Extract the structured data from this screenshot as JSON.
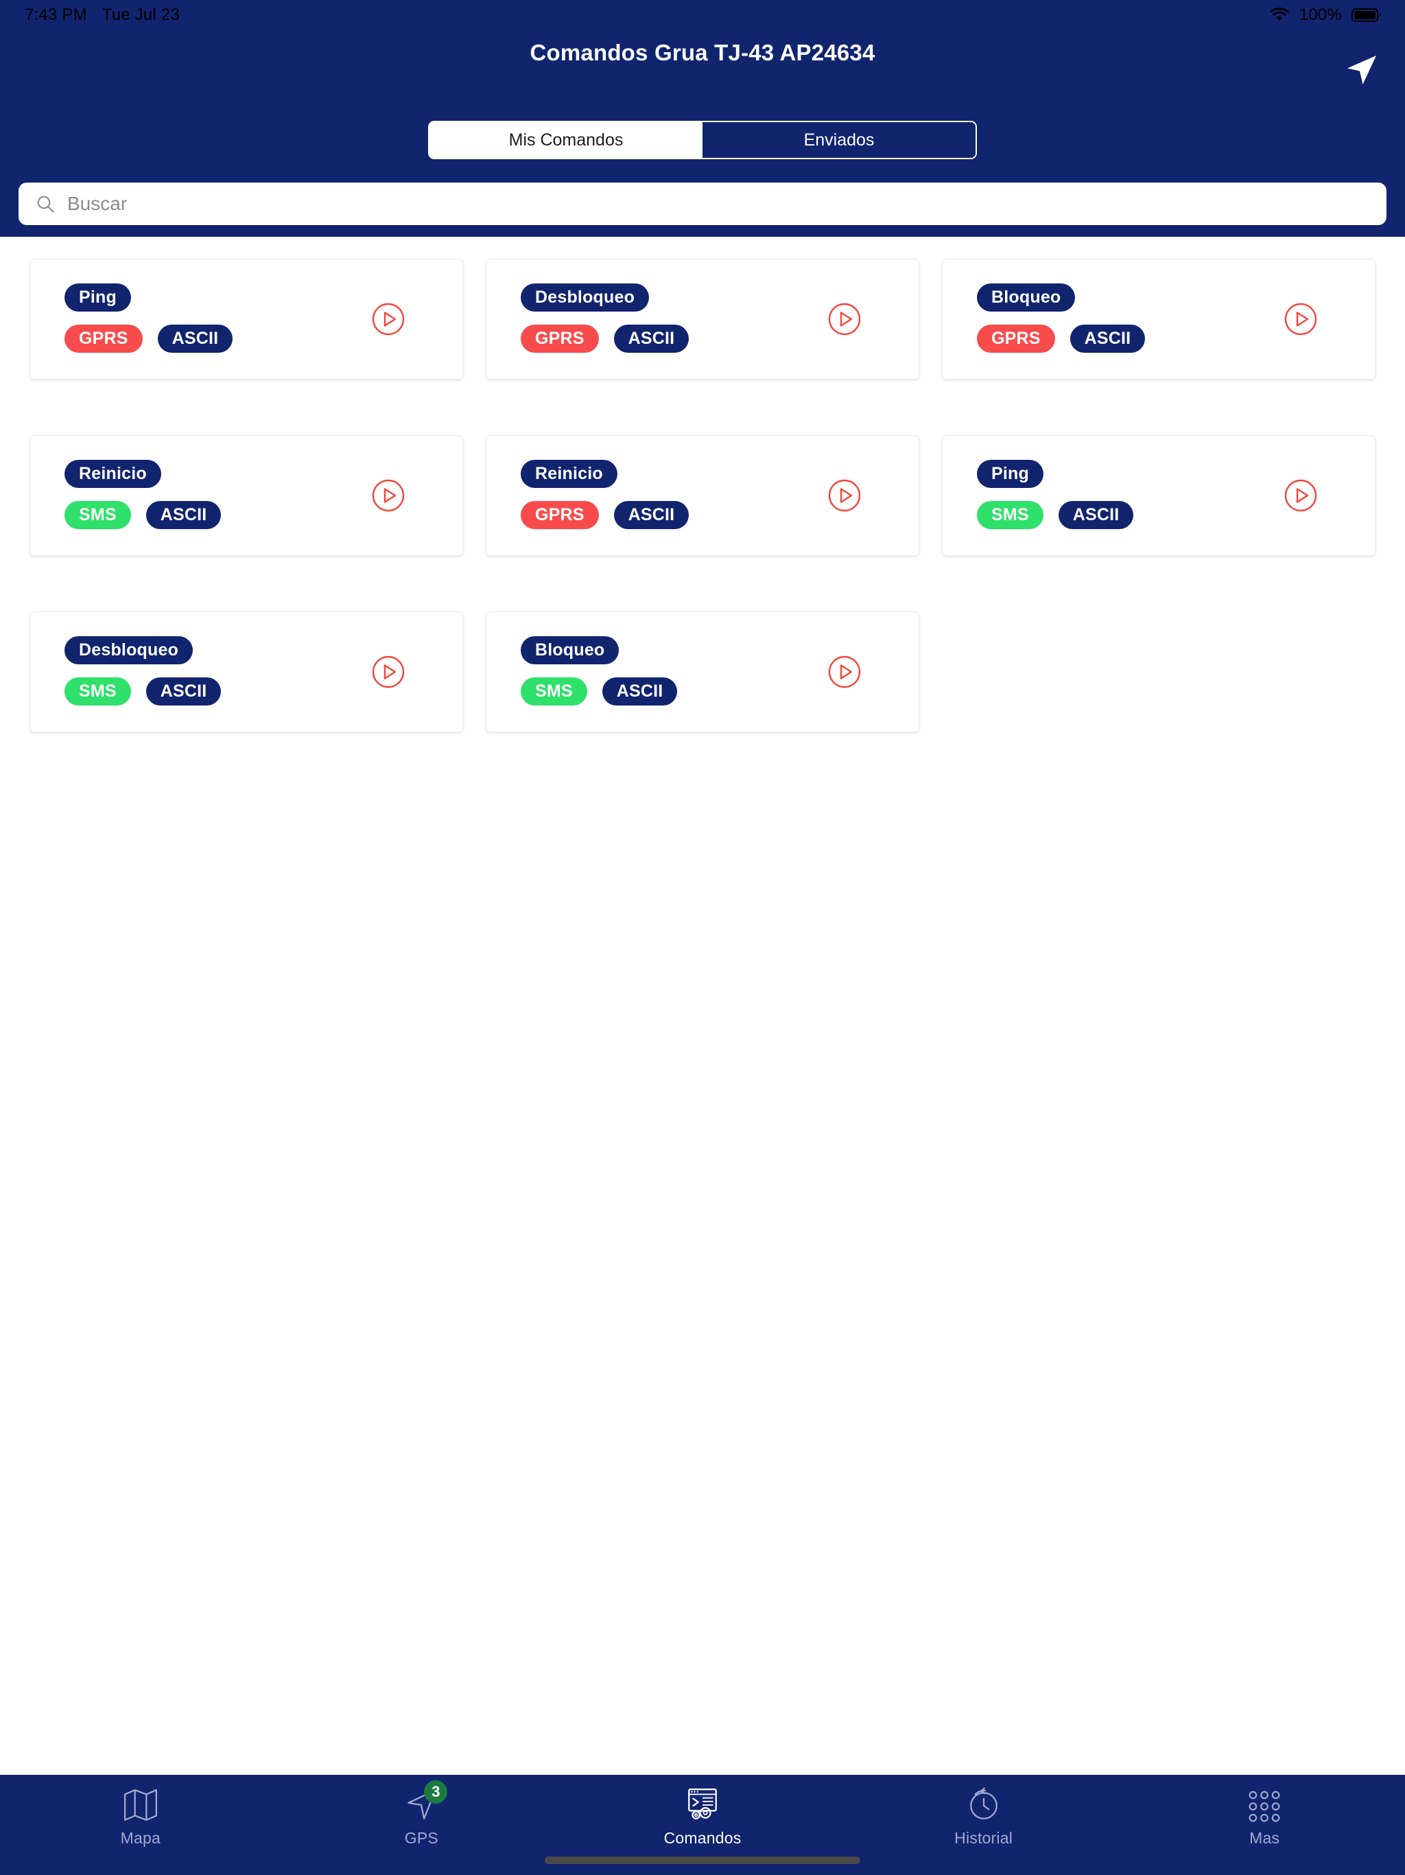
{
  "statusbar": {
    "time": "7:43 PM",
    "date": "Tue Jul 23",
    "battery_percent": "100%",
    "wifi_icon": "wifi-icon",
    "battery_icon": "battery-full-icon"
  },
  "header": {
    "title": "Comandos Grua TJ-43 AP24634",
    "nav_icon": "navigation-arrow-icon",
    "background_color": "#11246E"
  },
  "segmented_control": {
    "options": [
      {
        "label": "Mis Comandos",
        "selected": true
      },
      {
        "label": "Enviados",
        "selected": false
      }
    ]
  },
  "search": {
    "placeholder": "Buscar",
    "value": "",
    "icon": "search-icon"
  },
  "colors": {
    "navy": "#11246E",
    "red": "#F84C4C",
    "green": "#2FE06A",
    "play_red": "#F4453C",
    "badge_green": "#1C7A40"
  },
  "commands": [
    {
      "name": "Ping",
      "protocol": "GPRS",
      "protocol_color": "red",
      "encoding": "ASCII",
      "action_icon": "play-circle-icon"
    },
    {
      "name": "Desbloqueo",
      "protocol": "GPRS",
      "protocol_color": "red",
      "encoding": "ASCII",
      "action_icon": "play-circle-icon"
    },
    {
      "name": "Bloqueo",
      "protocol": "GPRS",
      "protocol_color": "red",
      "encoding": "ASCII",
      "action_icon": "play-circle-icon"
    },
    {
      "name": "Reinicio",
      "protocol": "SMS",
      "protocol_color": "green",
      "encoding": "ASCII",
      "action_icon": "play-circle-icon"
    },
    {
      "name": "Reinicio",
      "protocol": "GPRS",
      "protocol_color": "red",
      "encoding": "ASCII",
      "action_icon": "play-circle-icon"
    },
    {
      "name": "Ping",
      "protocol": "SMS",
      "protocol_color": "green",
      "encoding": "ASCII",
      "action_icon": "play-circle-icon"
    },
    {
      "name": "Desbloqueo",
      "protocol": "SMS",
      "protocol_color": "green",
      "encoding": "ASCII",
      "action_icon": "play-circle-icon"
    },
    {
      "name": "Bloqueo",
      "protocol": "SMS",
      "protocol_color": "green",
      "encoding": "ASCII",
      "action_icon": "play-circle-icon"
    }
  ],
  "tabbar": {
    "items": [
      {
        "label": "Mapa",
        "icon": "map-icon",
        "active": false,
        "badge": null
      },
      {
        "label": "GPS",
        "icon": "navigation-icon",
        "active": false,
        "badge": "3"
      },
      {
        "label": "Comandos",
        "icon": "terminal-gear-icon",
        "active": true,
        "badge": null
      },
      {
        "label": "Historial",
        "icon": "clock-history-icon",
        "active": false,
        "badge": null
      },
      {
        "label": "Mas",
        "icon": "grid-dots-icon",
        "active": false,
        "badge": null
      }
    ]
  }
}
